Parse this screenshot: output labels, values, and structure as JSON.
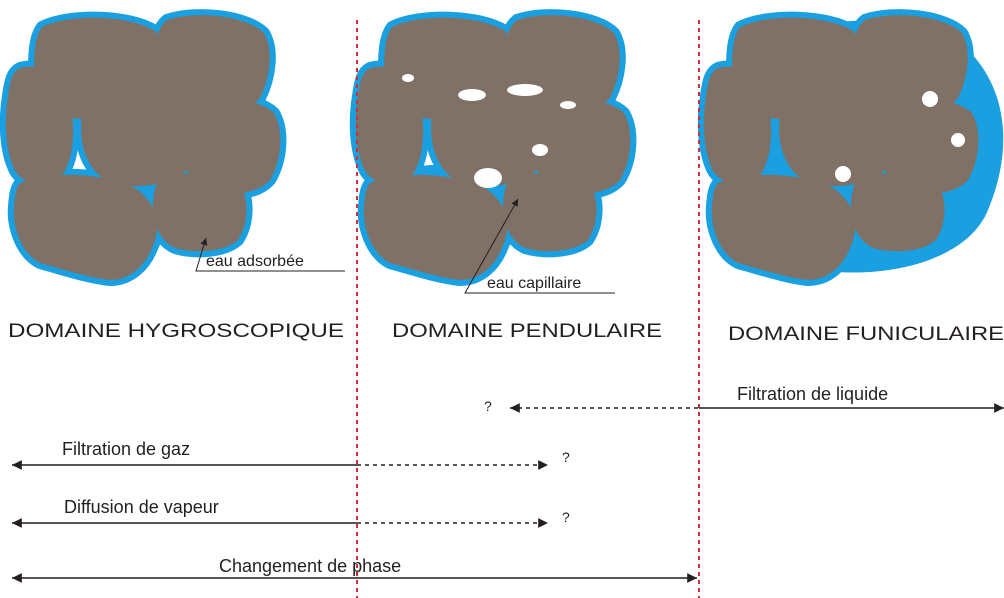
{
  "colors": {
    "grain_fill": "#7f7166",
    "water": "#1aa0e0",
    "divider": "#c8323c",
    "line": "#231f20"
  },
  "annotations": {
    "adsorbed": "eau adsorbée",
    "capillary": "eau capillaire"
  },
  "domains": [
    {
      "label": "DOMAINE HYGROSCOPIQUE"
    },
    {
      "label": "DOMAINE PENDULAIRE"
    },
    {
      "label": "DOMAINE FUNICULAIRE"
    }
  ],
  "mechanisms": [
    {
      "label": "Filtration de liquide",
      "unknown_mark": "?"
    },
    {
      "label": "Filtration de gaz",
      "unknown_mark": "?"
    },
    {
      "label": "Diffusion de vapeur",
      "unknown_mark": "?"
    },
    {
      "label": "Changement de phase"
    }
  ]
}
